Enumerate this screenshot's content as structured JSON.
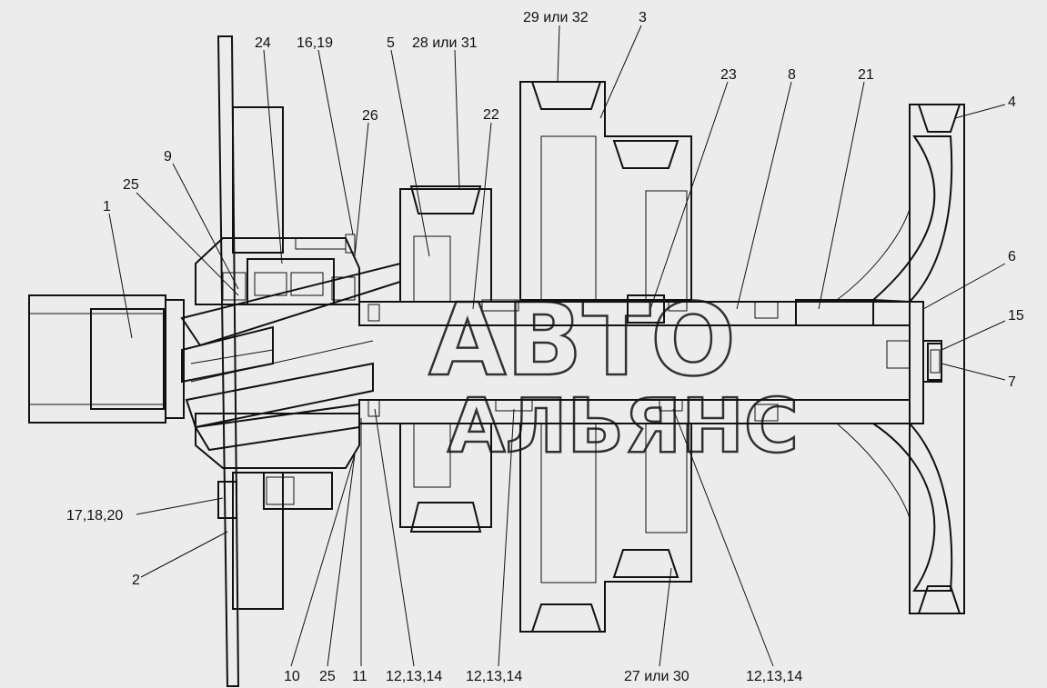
{
  "labels": {
    "l1": "1",
    "l2": "2",
    "l3": "3",
    "l4": "4",
    "l5": "5",
    "l6": "6",
    "l7": "7",
    "l8": "8",
    "l9": "9",
    "l10": "10",
    "l11": "11",
    "l15": "15",
    "l1619": "16,19",
    "l171820": "17,18,20",
    "l21": "21",
    "l22": "22",
    "l23": "23",
    "l24": "24",
    "l25a": "25",
    "l25b": "25",
    "l26": "26",
    "l2831": "28 или 31",
    "l2932": "29 или 32",
    "l2730": "27 или 30",
    "l121314a": "12,13,14",
    "l121314b": "12,13,14",
    "l121314c": "12,13,14"
  },
  "watermark": {
    "line1": "АВТО",
    "line2": "АЛЬЯНС"
  }
}
